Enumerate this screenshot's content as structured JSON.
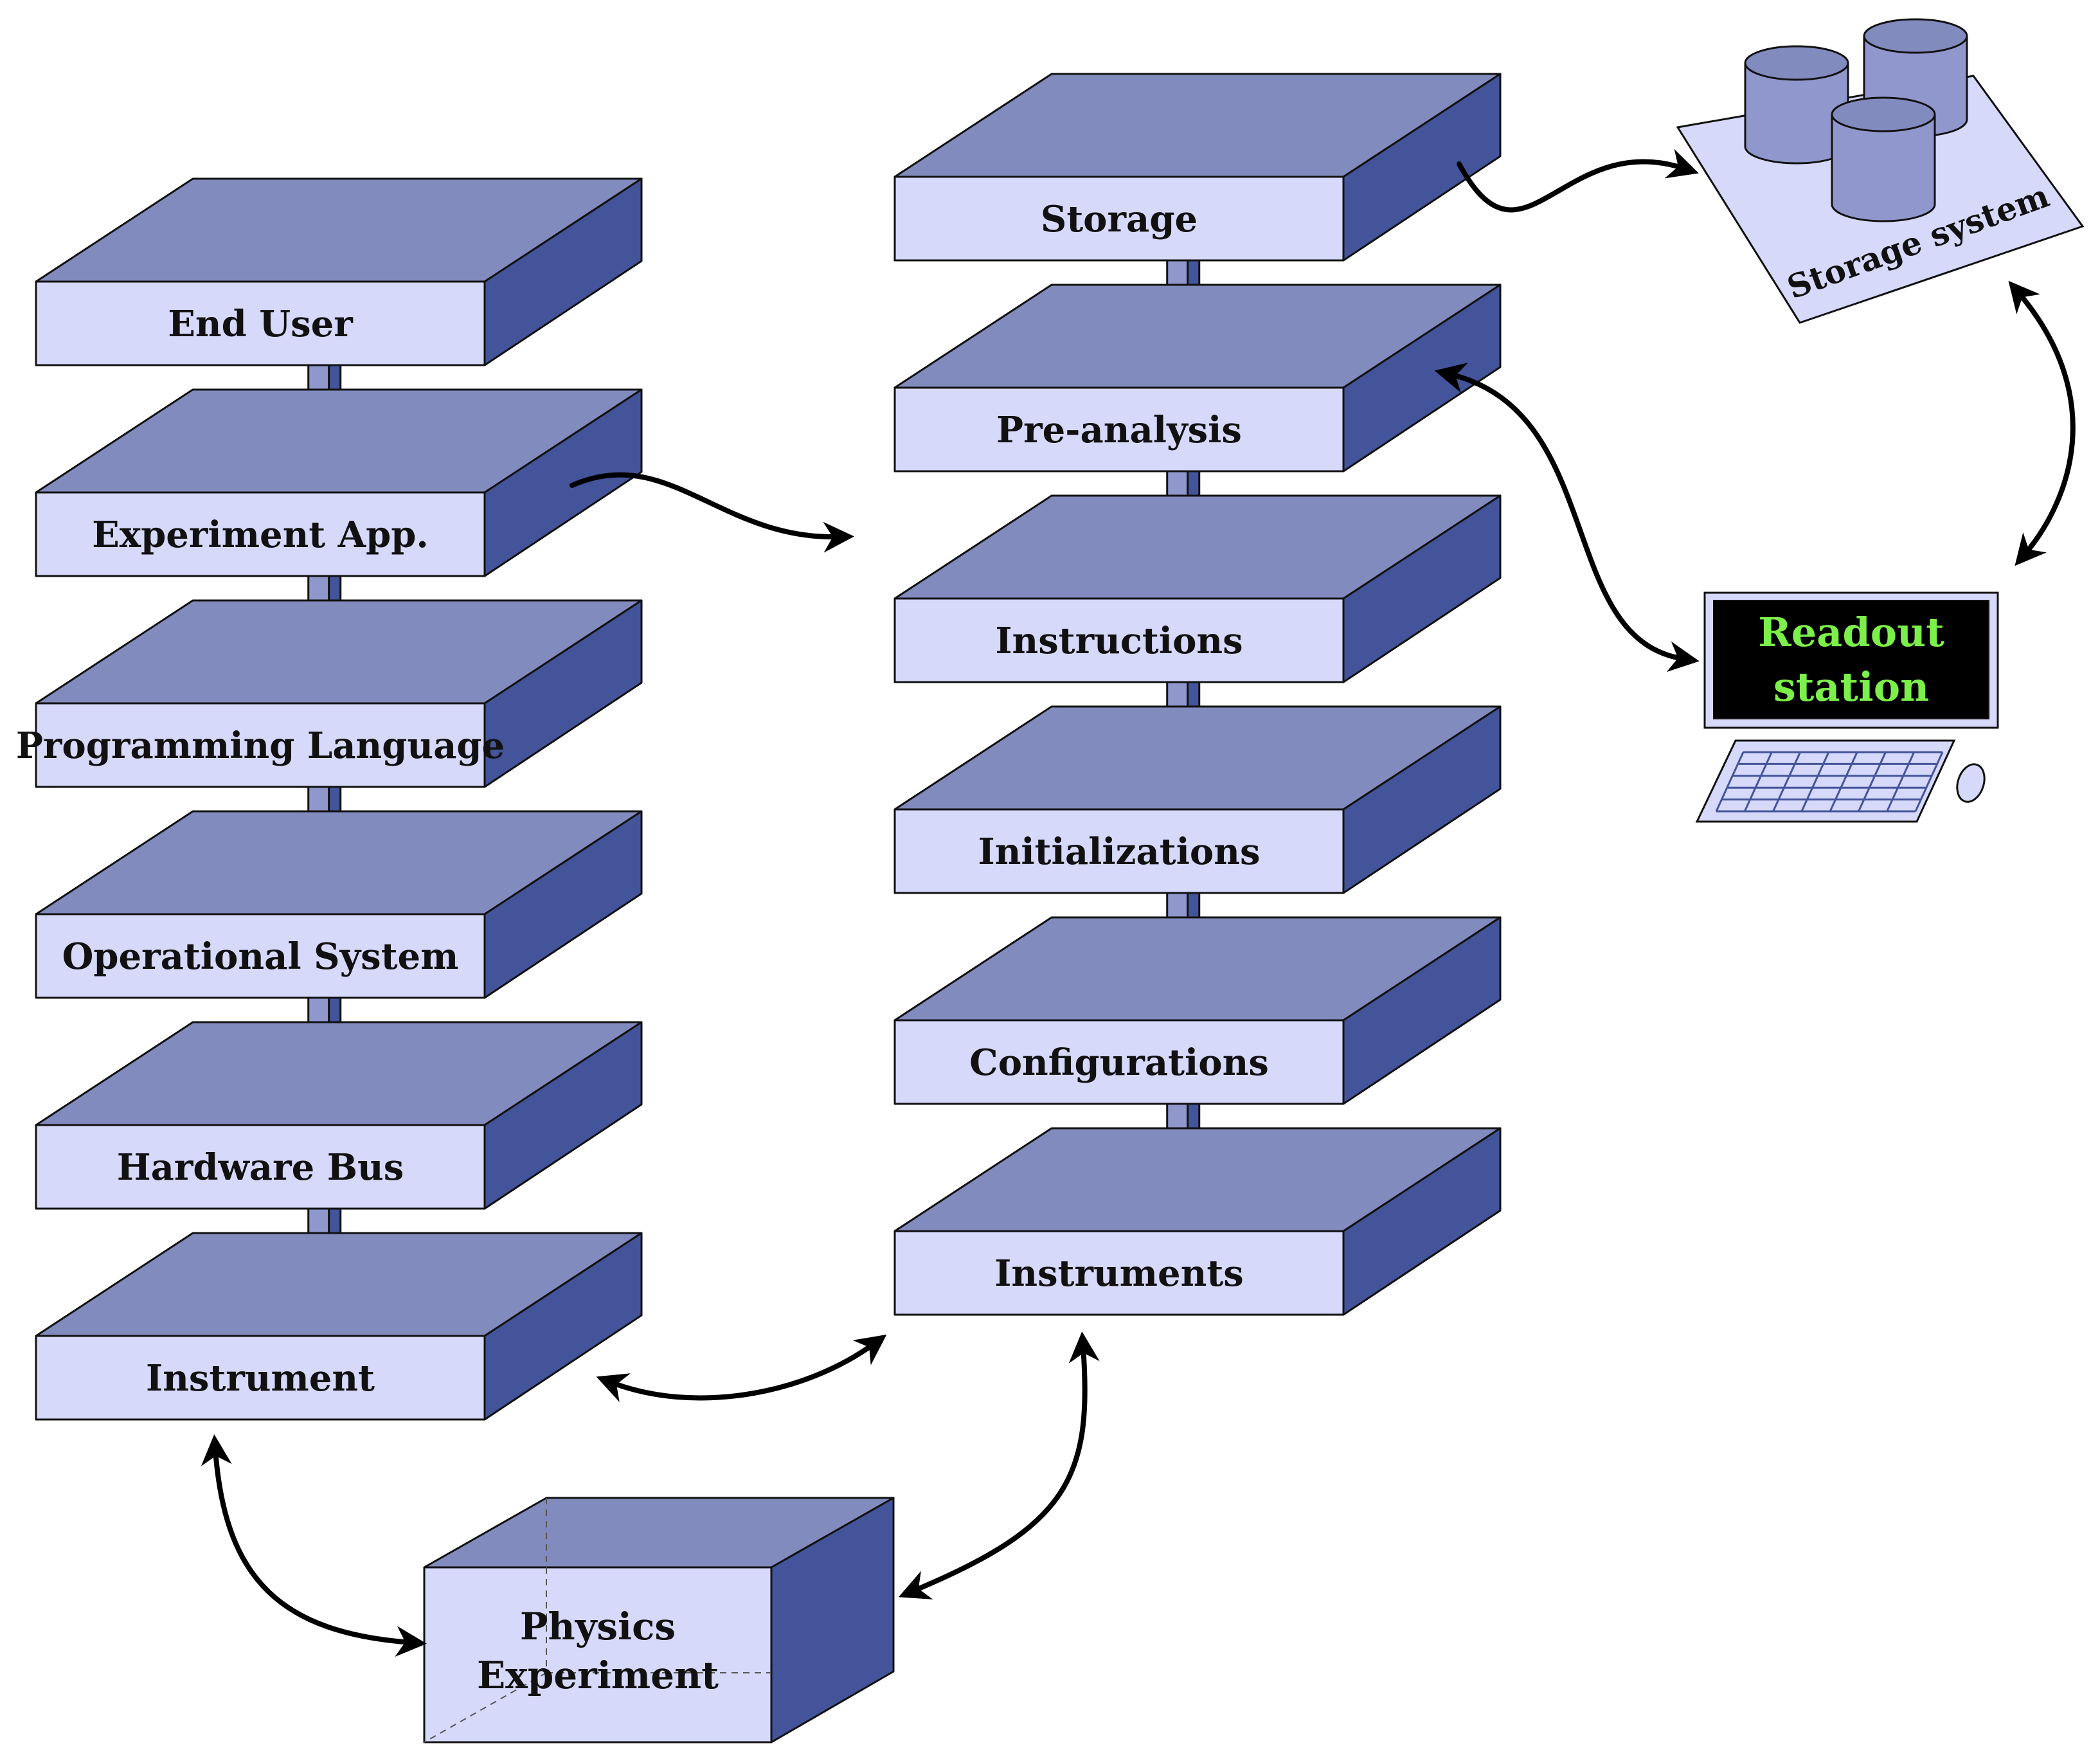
{
  "colors": {
    "front": "#d6d9fa",
    "top": "#828bbe",
    "side": "#44549a",
    "outline": "#111111",
    "arrow": "#000000",
    "screen_bg": "#000000",
    "screen_text": "#7cf04a",
    "storage_plate": "#d6d9fa"
  },
  "left_stack": {
    "layers": [
      {
        "label": "End User"
      },
      {
        "label": "Experiment App."
      },
      {
        "label": "Programming Language"
      },
      {
        "label": "Operational System"
      },
      {
        "label": "Hardware Bus"
      },
      {
        "label": "Instrument"
      }
    ]
  },
  "right_stack": {
    "layers": [
      {
        "label": "Storage"
      },
      {
        "label": "Pre-analysis"
      },
      {
        "label": "Instructions"
      },
      {
        "label": "Initializations"
      },
      {
        "label": "Configurations"
      },
      {
        "label": "Instruments"
      }
    ]
  },
  "experiment_box": {
    "label_line1": "Physics",
    "label_line2": "Experiment"
  },
  "storage_system": {
    "label": "Storage system",
    "icon": "database-cylinders-icon"
  },
  "readout_station": {
    "label_line1": "Readout",
    "label_line2": "station",
    "icon": "computer-terminal-icon"
  }
}
